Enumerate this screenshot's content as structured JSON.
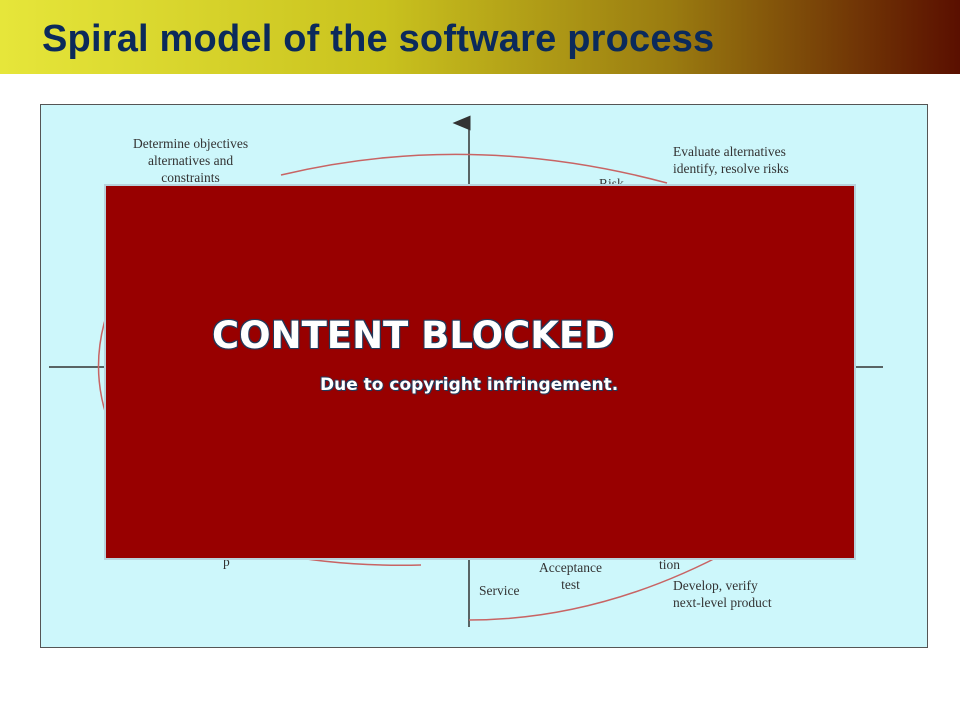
{
  "slide": {
    "title": "Spiral model of the software process"
  },
  "diagram": {
    "labels": {
      "top_left": [
        "Determine objectives",
        "alternatives and",
        "constraints"
      ],
      "top_right": [
        "Evaluate alternatives",
        "identify, resolve risks"
      ],
      "risk_partial": "Risk",
      "bottom_right": [
        "Develop, verify",
        "next-level product"
      ],
      "acceptance": [
        "Acceptance",
        "test"
      ],
      "service": "Service",
      "partial_bottom_left": "p",
      "partial_bottom_right": "tion"
    },
    "colors": {
      "background": "#cdf7fb",
      "spiral": "#c86464",
      "axes": "#333333"
    }
  },
  "overlay": {
    "heading": "CONTENT BLOCKED",
    "subtext": "Due to copyright infringement.",
    "color": "#980000"
  }
}
